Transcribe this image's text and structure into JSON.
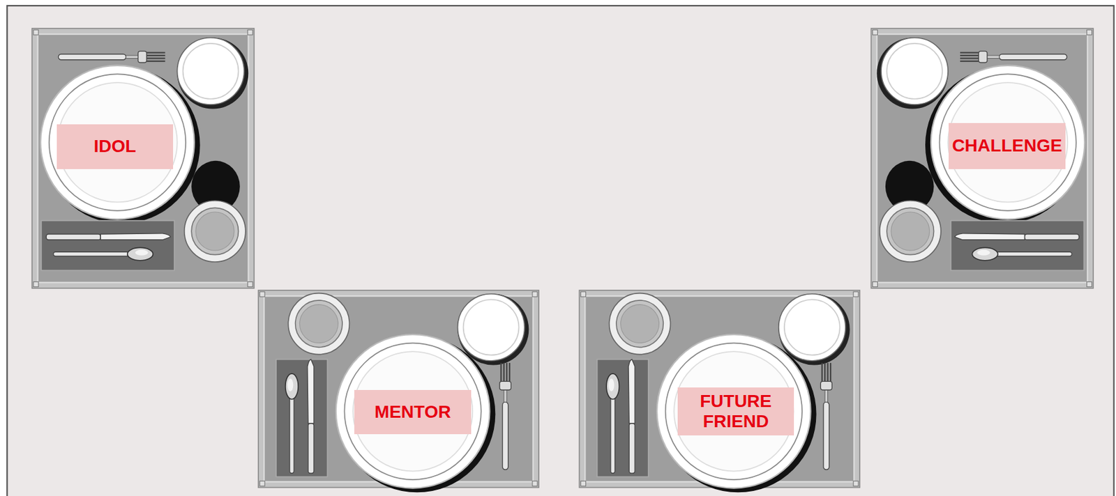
{
  "diagram": {
    "nodes": [
      {
        "text": [
          "IDOL"
        ]
      },
      {
        "text": [
          "CHALLENGE"
        ]
      },
      {
        "text": [
          "MENTOR"
        ]
      },
      {
        "text": [
          "FUTURE FRIEND"
        ]
      }
    ]
  }
}
